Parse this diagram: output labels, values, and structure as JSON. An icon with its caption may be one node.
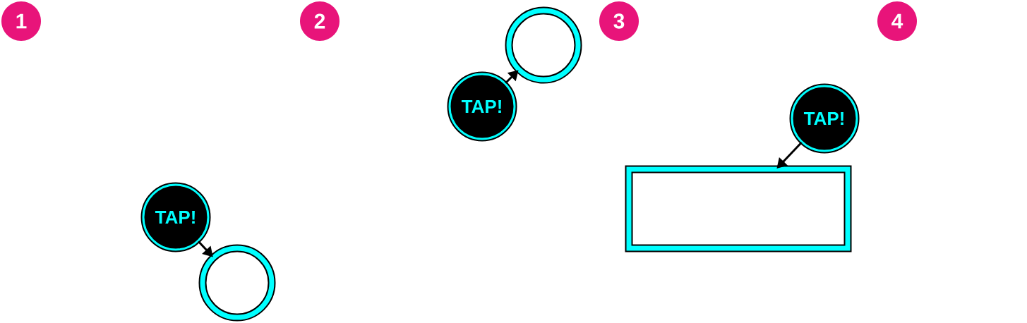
{
  "diagram": {
    "nodes": [
      {
        "text": [
          "1"
        ]
      },
      {
        "text": [
          "2"
        ]
      },
      {
        "text": [
          "3"
        ]
      },
      {
        "text": [
          "4"
        ]
      },
      {
        "text": [
          "TAP!"
        ]
      },
      {
        "text": [],
        "shape": "circle"
      },
      {
        "text": [
          "TAP!"
        ]
      },
      {
        "text": [],
        "shape": "circle"
      },
      {
        "text": [
          "TAP!"
        ]
      },
      {
        "text": [],
        "shape": "box"
      }
    ],
    "edges": [
      {
        "from": 4,
        "to": 5,
        "arrow": "to"
      },
      {
        "from": 6,
        "to": 7,
        "arrow": "to"
      },
      {
        "from": 8,
        "to": 9,
        "arrow": "to"
      }
    ]
  }
}
